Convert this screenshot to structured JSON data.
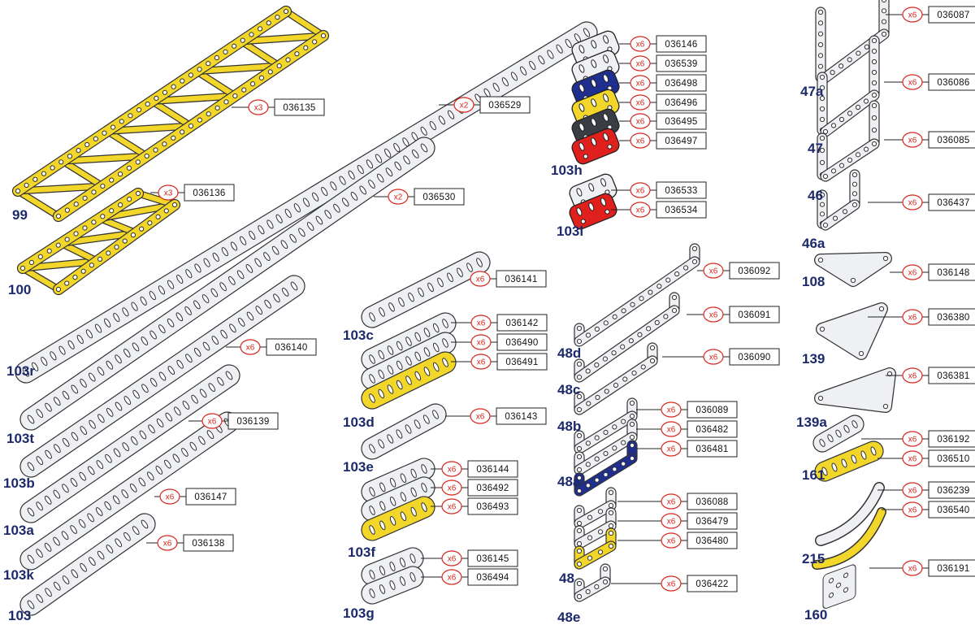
{
  "colors": {
    "label": "#1c2a6b",
    "qty": "#d8261c",
    "yellow": "#f2d72a",
    "steel": "#eef0f3",
    "navy": "#1f2f8f",
    "red": "#e0201c",
    "dark": "#3a3d44"
  },
  "part_labels": [
    "99",
    "100",
    "103r",
    "103t",
    "103b",
    "103a",
    "103k",
    "103",
    "103c",
    "103d",
    "103e",
    "103f",
    "103g",
    "103h",
    "103l",
    "48d",
    "48c",
    "48b",
    "48a",
    "48",
    "48e",
    "47a",
    "47",
    "46",
    "46a",
    "108",
    "139",
    "139a",
    "161",
    "215",
    "160"
  ],
  "callouts": [
    {
      "qty": "x3",
      "code": "036135"
    },
    {
      "qty": "x2",
      "code": "036529"
    },
    {
      "qty": "x3",
      "code": "036136"
    },
    {
      "qty": "x2",
      "code": "036530"
    },
    {
      "qty": "x6",
      "code": "036140"
    },
    {
      "qty": "x6",
      "code": "036139"
    },
    {
      "qty": "x6",
      "code": "036147"
    },
    {
      "qty": "x6",
      "code": "036138"
    },
    {
      "qty": "x6",
      "code": "036141"
    },
    {
      "qty": "x6",
      "code": "036142"
    },
    {
      "qty": "x6",
      "code": "036490"
    },
    {
      "qty": "x6",
      "code": "036491"
    },
    {
      "qty": "x6",
      "code": "036143"
    },
    {
      "qty": "x6",
      "code": "036144"
    },
    {
      "qty": "x6",
      "code": "036492"
    },
    {
      "qty": "x6",
      "code": "036493"
    },
    {
      "qty": "x6",
      "code": "036145"
    },
    {
      "qty": "x6",
      "code": "036494"
    },
    {
      "qty": "x6",
      "code": "036146"
    },
    {
      "qty": "x6",
      "code": "036539"
    },
    {
      "qty": "x6",
      "code": "036498"
    },
    {
      "qty": "x6",
      "code": "036496"
    },
    {
      "qty": "x6",
      "code": "036495"
    },
    {
      "qty": "x6",
      "code": "036497"
    },
    {
      "qty": "x6",
      "code": "036533"
    },
    {
      "qty": "x6",
      "code": "036534"
    },
    {
      "qty": "x6",
      "code": "036092"
    },
    {
      "qty": "x6",
      "code": "036091"
    },
    {
      "qty": "x6",
      "code": "036090"
    },
    {
      "qty": "x6",
      "code": "036089"
    },
    {
      "qty": "x6",
      "code": "036482"
    },
    {
      "qty": "x6",
      "code": "036481"
    },
    {
      "qty": "x6",
      "code": "036088"
    },
    {
      "qty": "x6",
      "code": "036479"
    },
    {
      "qty": "x6",
      "code": "036480"
    },
    {
      "qty": "x6",
      "code": "036422"
    },
    {
      "qty": "x6",
      "code": "036087"
    },
    {
      "qty": "x6",
      "code": "036086"
    },
    {
      "qty": "x6",
      "code": "036085"
    },
    {
      "qty": "x6",
      "code": "036437"
    },
    {
      "qty": "x6",
      "code": "036148"
    },
    {
      "qty": "x6",
      "code": "036380"
    },
    {
      "qty": "x6",
      "code": "036381"
    },
    {
      "qty": "x6",
      "code": "036192"
    },
    {
      "qty": "x6",
      "code": "036510"
    },
    {
      "qty": "x6",
      "code": "036239"
    },
    {
      "qty": "x6",
      "code": "036540"
    },
    {
      "qty": "x6",
      "code": "036191"
    }
  ]
}
